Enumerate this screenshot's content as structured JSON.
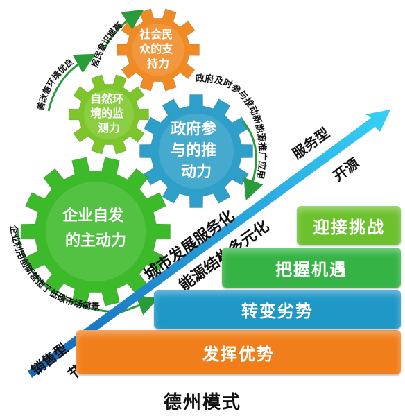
{
  "steps": [
    {
      "label": "发挥优势",
      "color": "#f07e1a"
    },
    {
      "label": "转变劣势",
      "color": "#1f97c7"
    },
    {
      "label": "把握机遇",
      "color": "#35b445"
    },
    {
      "label": "迎接挑战",
      "color": "#6cc12d"
    }
  ],
  "caption": "德州模式",
  "arrow_labels": {
    "start_top": "销售型",
    "start_bottom": "节流",
    "mid_top": "城市发展服务化",
    "mid_bottom": "能源结构多元化",
    "end_top": "服务型",
    "end_bottom": "开源"
  },
  "gears": {
    "enterprise": {
      "lines": [
        "企业自发",
        "的主动力"
      ],
      "color": "#3cba2a"
    },
    "government": {
      "lines": [
        "政府参",
        "与的推",
        "动力"
      ],
      "color": "#2d9fc8"
    },
    "environment": {
      "lines": [
        "自然环",
        "境的监",
        "测力"
      ],
      "color": "#7cc62a"
    },
    "society": {
      "lines": [
        "社会民",
        "众的支",
        "持力"
      ],
      "color": "#f08a24"
    }
  },
  "curved_labels": {
    "enterprise": "企业利用创新营造了低碳市场前景",
    "government": "政府及时参与推动新能源推广应用",
    "environment": "善改善环境优良",
    "society": "居民意识提高"
  },
  "colors": {
    "arrow": "#1a7fd1",
    "arrow_light": "#32c8f0",
    "curve_arrow": "#2a9b3a"
  }
}
